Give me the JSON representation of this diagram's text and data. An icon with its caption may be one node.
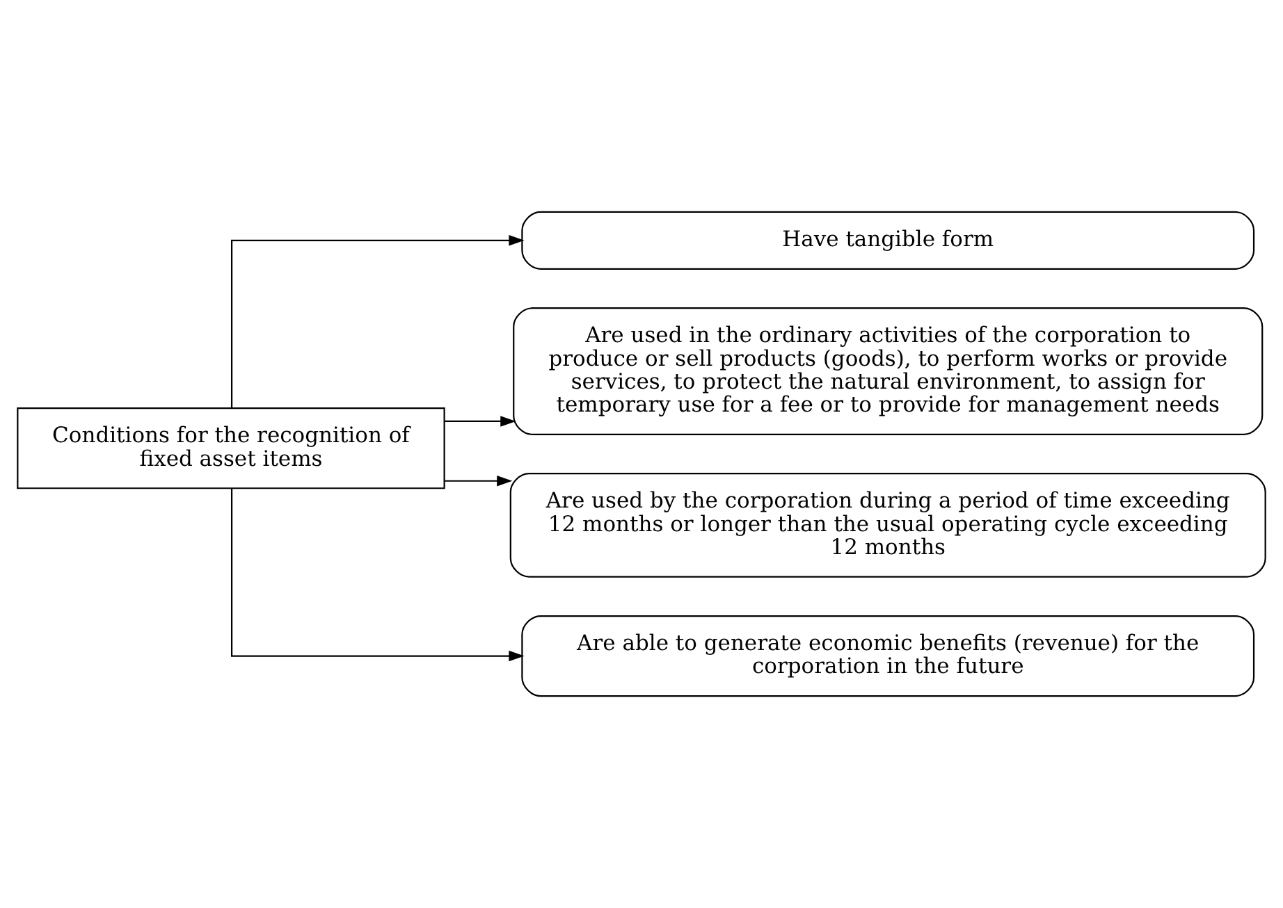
{
  "diagram": {
    "nodes": [
      {
        "text": [
          "Conditions for the recognition of fixed asset items"
        ]
      },
      {
        "text": [
          "Have tangible form"
        ]
      },
      {
        "text": [
          "Are used in the ordinary activities of the corporation to produce or sell products (goods), to perform works or provide services, to protect the natural environment, to assign for temporary use for a fee or to provide for management needs"
        ]
      },
      {
        "text": [
          "Are used by the corporation during a period of time exceeding 12 months or longer than the usual operating cycle exceeding 12 months"
        ]
      },
      {
        "text": [
          "Are able to generate economic benefits (revenue) for the corporation in the future"
        ]
      }
    ],
    "edges": [
      {
        "from": 0,
        "to": 1,
        "arrow": "to"
      },
      {
        "from": 0,
        "to": 2,
        "arrow": "to"
      },
      {
        "from": 0,
        "to": 3,
        "arrow": "to"
      },
      {
        "from": 0,
        "to": 4,
        "arrow": "to"
      }
    ]
  }
}
